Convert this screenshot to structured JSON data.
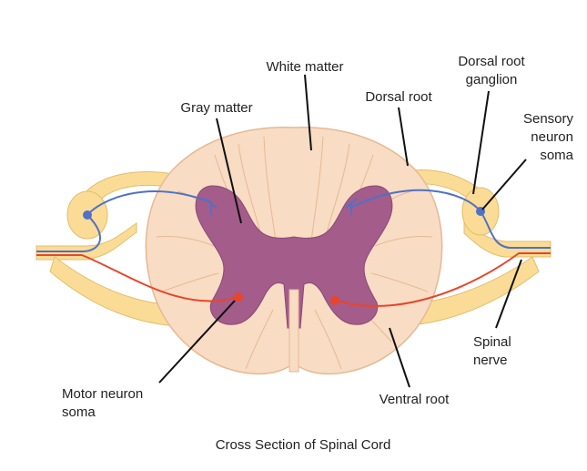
{
  "labels": {
    "white_matter": "White matter",
    "dorsal_root_ganglion_line1": "Dorsal root",
    "dorsal_root_ganglion_line2": "ganglion",
    "gray_matter": "Gray matter",
    "dorsal_root": "Dorsal root",
    "sensory_line1": "Sensory",
    "sensory_line2": "neuron",
    "sensory_line3": "soma",
    "spinal_line1": "Spinal",
    "spinal_line2": "nerve",
    "motor_line1": "Motor neuron",
    "motor_line2": "soma",
    "ventral_root": "Ventral root"
  },
  "caption": "Cross Section of Spinal Cord",
  "colors": {
    "white_matter": "#f8dcc4",
    "white_matter_stroke": "#e6b994",
    "gray_matter": "#a45c8a",
    "nerve": "#fbdc97",
    "nerve_stroke": "#e3bd6a",
    "sensory_neuron": "#4f71c6",
    "motor_neuron": "#e8452c",
    "leader_line": "#111111"
  }
}
